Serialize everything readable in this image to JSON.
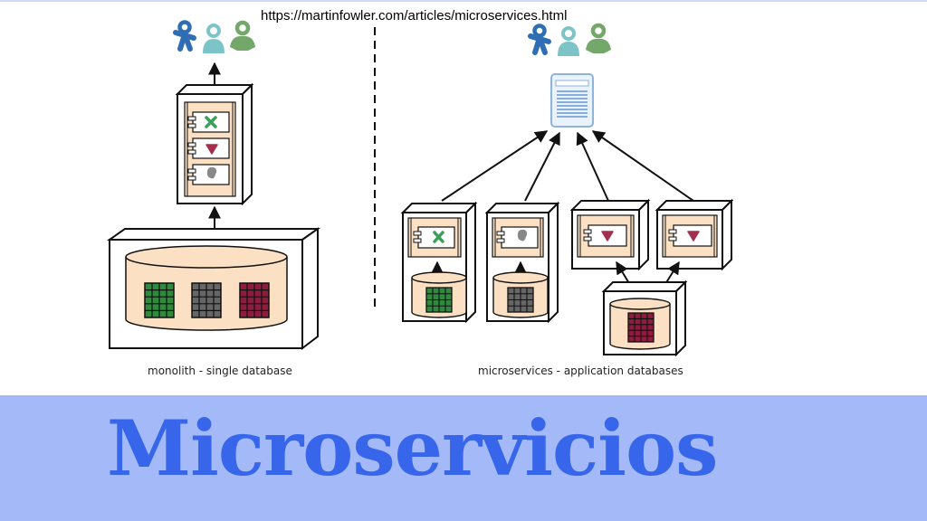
{
  "source_url": "https://martinfowler.com/articles/microservices.html",
  "diagram": {
    "left_caption": "monolith - single database",
    "right_caption": "microservices - application databases"
  },
  "title": "Microservicios",
  "colors": {
    "band": "#a3b9f8",
    "title": "#3766ea",
    "container_fill": "#fbe0c3",
    "grid_green": "#2e8b3e",
    "grid_gray": "#666666",
    "grid_maroon": "#8e1c3e",
    "user_blue": "#2f6eb5",
    "user_teal": "#7cc4c8",
    "user_green": "#74a86a"
  }
}
